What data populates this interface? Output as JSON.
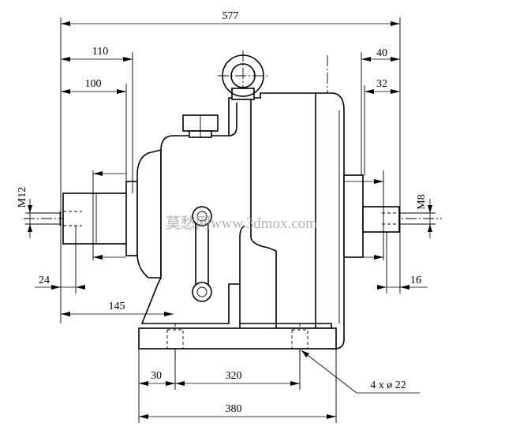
{
  "dimensions": {
    "overall_length": "577",
    "left_offset_outer": "110",
    "left_offset_inner": "100",
    "right_offset_outer": "40",
    "right_offset_inner": "32",
    "left_thread": "M12",
    "right_thread": "M8",
    "left_shaft_end": "24",
    "right_shaft_end": "16",
    "left_to_base": "145",
    "base_edge": "30",
    "bolt_spacing": "320",
    "base_length": "380",
    "bolt_holes": "4 x ø 22"
  },
  "watermark": "莫愁网www.3dmox.com"
}
